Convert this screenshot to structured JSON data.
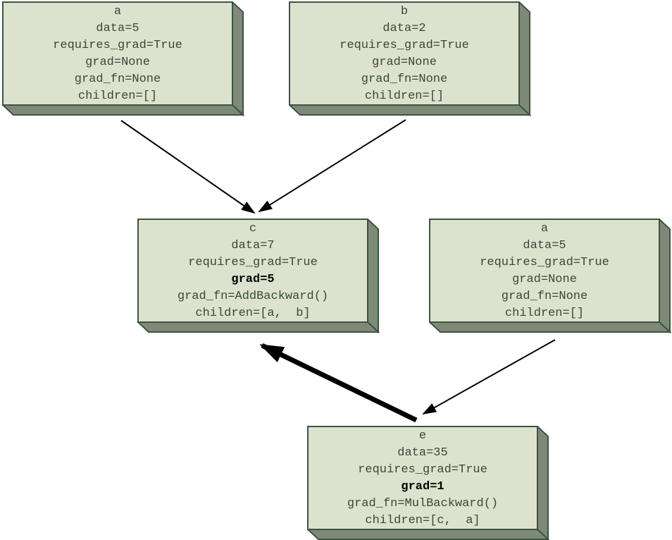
{
  "palette": {
    "background": "#ffffff",
    "box_fill": "#dce2cd",
    "box_side": "#7f8978",
    "box_edge": "#3c5442",
    "text": "#3a463c",
    "bold_text": "#000000",
    "arrow": "#000000"
  },
  "nodes": [
    {
      "id": "a-top",
      "label": "a",
      "data_line": "data=5",
      "requires_grad_line": "requires_grad=True",
      "grad_line": "grad=None",
      "grad_bold": false,
      "grad_fn_line": "grad_fn=None",
      "children_line": "children=[]"
    },
    {
      "id": "b-top",
      "label": "b",
      "data_line": "data=2",
      "requires_grad_line": "requires_grad=True",
      "grad_line": "grad=None",
      "grad_bold": false,
      "grad_fn_line": "grad_fn=None",
      "children_line": "children=[]"
    },
    {
      "id": "c-mid",
      "label": "c",
      "data_line": "data=7",
      "requires_grad_line": "requires_grad=True",
      "grad_line": "grad=5",
      "grad_bold": true,
      "grad_fn_line": "grad_fn=AddBackward()",
      "children_line": "children=[a,  b]"
    },
    {
      "id": "a-mid",
      "label": "a",
      "data_line": "data=5",
      "requires_grad_line": "requires_grad=True",
      "grad_line": "grad=None",
      "grad_bold": false,
      "grad_fn_line": "grad_fn=None",
      "children_line": "children=[]"
    },
    {
      "id": "e-bottom",
      "label": "e",
      "data_line": "data=35",
      "requires_grad_line": "requires_grad=True",
      "grad_line": "grad=1",
      "grad_bold": true,
      "grad_fn_line": "grad_fn=MulBackward()",
      "children_line": "children=[c,  a]"
    }
  ],
  "edges": [
    {
      "from": "a-top",
      "to": "c-mid",
      "style": "thin"
    },
    {
      "from": "b-top",
      "to": "c-mid",
      "style": "thin"
    },
    {
      "from": "a-mid",
      "to": "e-bottom",
      "style": "thin"
    },
    {
      "from": "e-bottom",
      "to": "c-mid",
      "style": "thick"
    }
  ]
}
